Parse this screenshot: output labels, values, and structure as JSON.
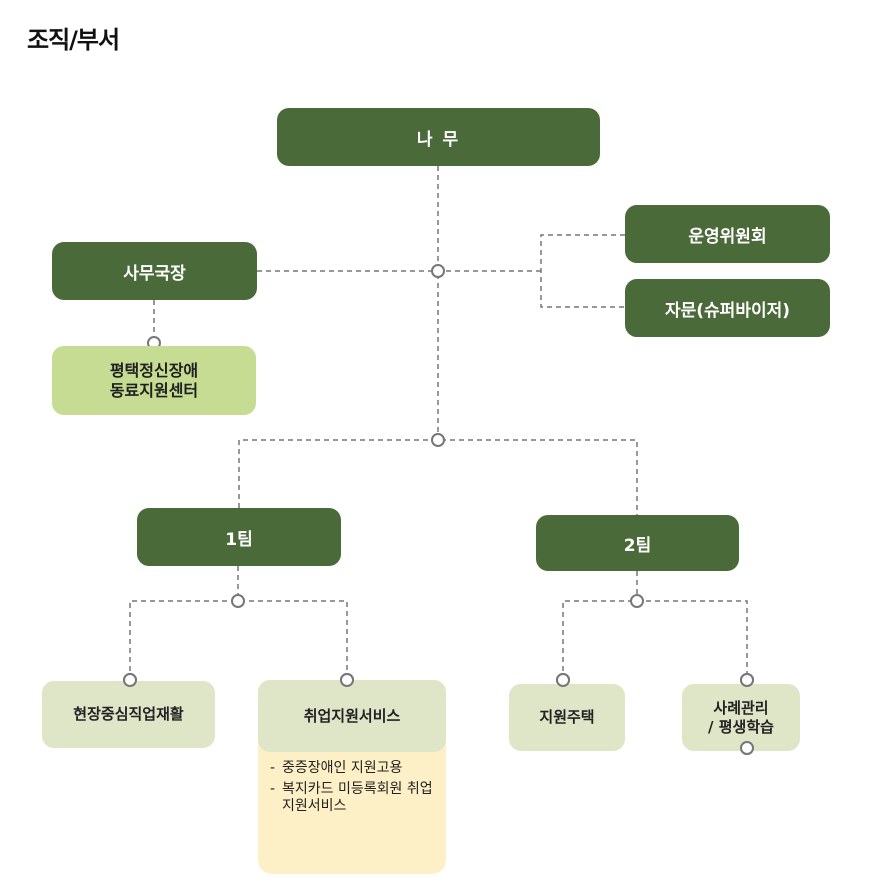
{
  "page": {
    "title": "조직/부서"
  },
  "nodes": {
    "root": "나 무",
    "secretary": "사무국장",
    "committee": "운영위원회",
    "advisory": "자문(슈퍼바이저)",
    "peer_center": [
      "평택정신장애",
      "동료지원센터"
    ],
    "team1": "1팀",
    "team2": "2팀",
    "team1_children": {
      "rehab": "현장중심직업재활",
      "employment": "취업지원서비스"
    },
    "team2_children": {
      "housing": "지원주택",
      "case": [
        "사례관리",
        "/ 평생학습"
      ]
    },
    "employment_details": [
      "중증장애인 지원고용",
      "복지카드 미등록회원 취업지원서비스"
    ]
  }
}
